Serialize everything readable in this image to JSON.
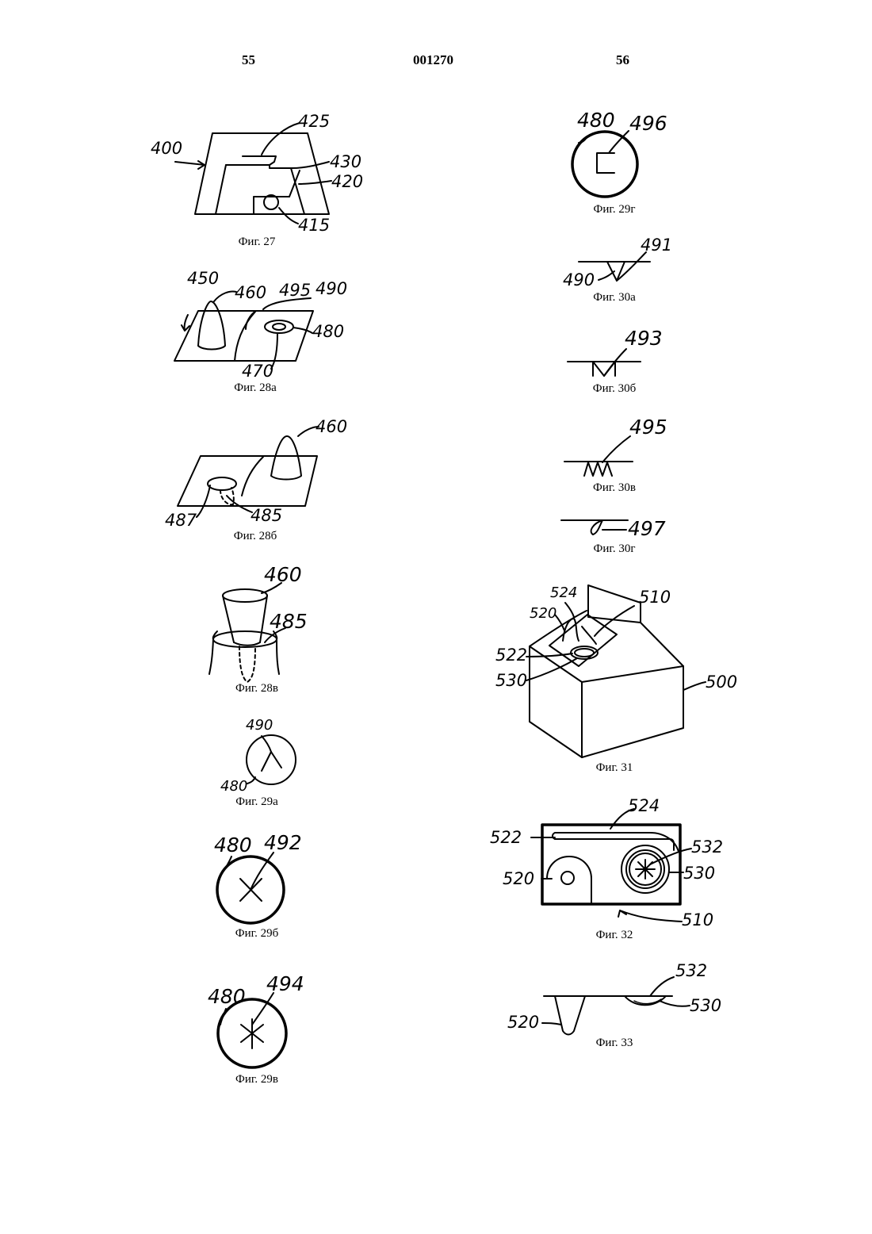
{
  "header": {
    "left_page": "55",
    "doc_number": "001270",
    "right_page": "56"
  },
  "figures": {
    "f27": {
      "caption": "Фиг. 27",
      "labels": [
        "400",
        "425",
        "430",
        "420",
        "415"
      ]
    },
    "f28a": {
      "caption": "Фиг. 28а",
      "labels": [
        "450",
        "460",
        "495",
        "490",
        "480",
        "470"
      ]
    },
    "f28b": {
      "caption": "Фиг. 28б",
      "labels": [
        "460",
        "487",
        "485"
      ]
    },
    "f28c": {
      "caption": "Фиг. 28в",
      "labels": [
        "460",
        "485"
      ]
    },
    "f29a": {
      "caption": "Фиг. 29а",
      "labels": [
        "490",
        "480"
      ]
    },
    "f29b": {
      "caption": "Фиг. 29б",
      "labels": [
        "480",
        "492"
      ]
    },
    "f29c": {
      "caption": "Фиг. 29в",
      "labels": [
        "480",
        "494"
      ]
    },
    "f29d": {
      "caption": "Фиг. 29г",
      "labels": [
        "480",
        "496"
      ]
    },
    "f30a": {
      "caption": "Фиг. 30а",
      "labels": [
        "491",
        "490"
      ]
    },
    "f30b": {
      "caption": "Фиг. 30б",
      "labels": [
        "493"
      ]
    },
    "f30c": {
      "caption": "Фиг. 30в",
      "labels": [
        "495"
      ]
    },
    "f30d": {
      "caption": "Фиг. 30г",
      "labels": [
        "497"
      ]
    },
    "f31": {
      "caption": "Фиг. 31",
      "labels": [
        "524",
        "510",
        "520",
        "522",
        "530",
        "500"
      ]
    },
    "f32": {
      "caption": "Фиг. 32",
      "labels": [
        "524",
        "522",
        "532",
        "520",
        "530",
        "510"
      ]
    },
    "f33": {
      "caption": "Фиг. 33",
      "labels": [
        "532",
        "530",
        "520"
      ]
    }
  }
}
